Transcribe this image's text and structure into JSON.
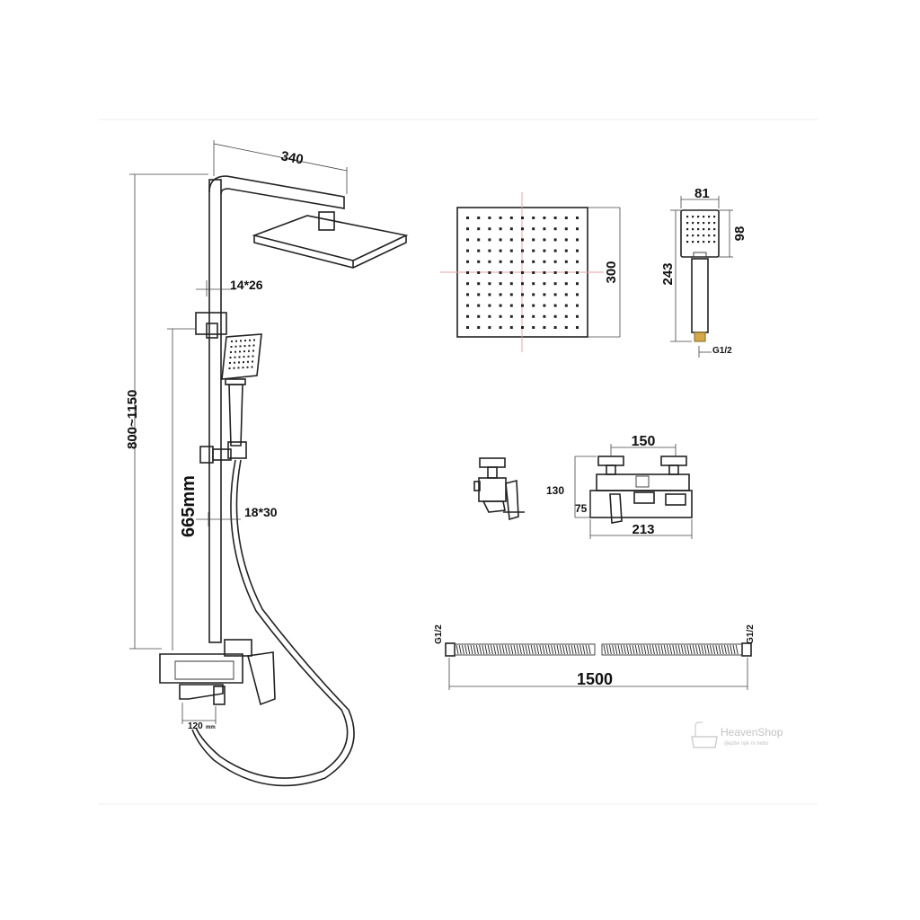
{
  "dimensions": {
    "arm_length": "340",
    "tube_top": "14*26",
    "column_height": "800~1150",
    "slide_height": "665mm",
    "tube_bottom": "18*30",
    "spout": "120",
    "spout_unit": "mm",
    "head_size": "300",
    "hand_width": "81",
    "hand_head": "98",
    "hand_length": "243",
    "hand_thread": "G1/2",
    "mixer_centers": "150",
    "mixer_height": "130",
    "mixer_body": "75",
    "mixer_width": "213",
    "hose_thread_left": "G1/2",
    "hose_thread_right": "G1/2",
    "hose_length": "1500"
  },
  "watermark": {
    "brand": "HeavenShop",
    "tagline": "lijepše nije ni nebo"
  },
  "colors": {
    "line": "#222222",
    "guide_red": "#e0a0a0",
    "fitting": "#d4a84a"
  },
  "icons": {
    "watermark_logo": "bathtub-icon"
  }
}
